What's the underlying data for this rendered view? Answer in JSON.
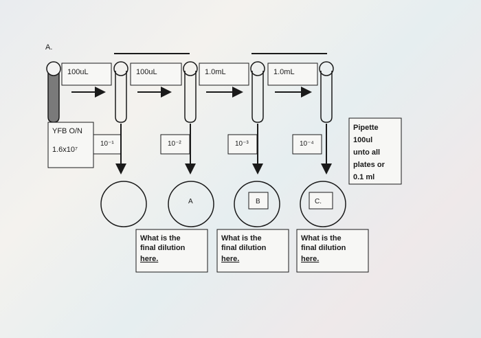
{
  "diagram": {
    "part_label": "A.",
    "volumes": [
      "100uL",
      "100uL",
      "1.0mL",
      "1.0mL"
    ],
    "source": {
      "name": "YFB O/N",
      "concentration": "1.6x10⁷"
    },
    "dilutions": [
      "10⁻¹",
      "10⁻²",
      "10⁻³",
      "10⁻⁴"
    ],
    "plates": [
      "",
      "A",
      "B",
      "C."
    ],
    "pipette_note": [
      "Pipette",
      "100ul",
      "unto all",
      "plates or",
      "0.1 ml"
    ],
    "questions": [
      [
        "What is the",
        "final dilution",
        "here."
      ],
      [
        "What is the",
        "final dilution",
        "here."
      ],
      [
        "What is the",
        "final dilution",
        "here."
      ]
    ],
    "colors": {
      "line": "#1a1a1a",
      "tube_fill": "#7a7a7a",
      "box_fill": "#f7f7f5"
    }
  }
}
